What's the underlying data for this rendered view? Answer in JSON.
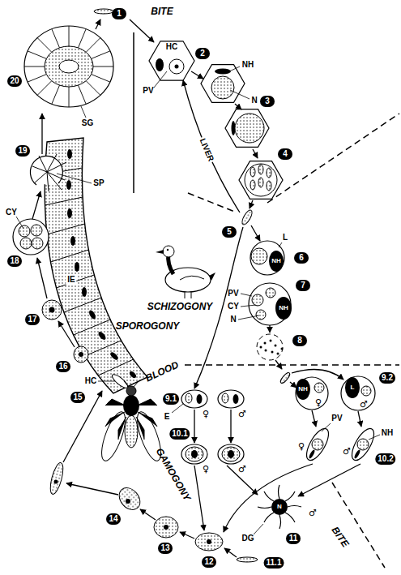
{
  "diagram": {
    "labels": [
      "1",
      "BITE",
      "HC",
      "PV",
      "2",
      "NH",
      "N",
      "3",
      "4",
      "LIVER",
      "5",
      "L",
      "6",
      "NH",
      "PV",
      "CY",
      "N",
      "NH",
      "7",
      "8",
      "SCHIZOGONY",
      "BLOOD",
      "E",
      "9.1",
      "♀",
      "♂",
      "NH",
      "L",
      "♀",
      "♂",
      "9.2",
      "10.1",
      "♀",
      "♂",
      "PV",
      "NH",
      "10.2",
      "♀",
      "♂",
      "11",
      "N",
      "DG",
      "♂",
      "BITE",
      "11.1",
      "12",
      "13",
      "14",
      "GAMOGONY",
      "15",
      "HC",
      "16",
      "17",
      "IE",
      "SPOROGONY",
      "18",
      "CY",
      "19",
      "SP",
      "20",
      "SG"
    ]
  }
}
